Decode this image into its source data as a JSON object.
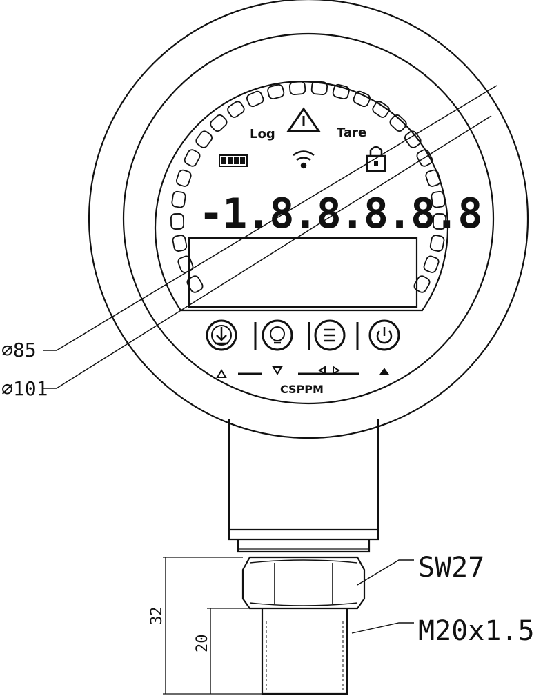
{
  "drawing": {
    "dimensions": {
      "inner_diameter": "⌀85",
      "outer_diameter": "⌀101",
      "wrench_size": "SW27",
      "thread": "M20x1.5",
      "total_height": "32",
      "thread_height": "20"
    },
    "display": {
      "log_label": "Log",
      "tare_label": "Tare",
      "digits": "-1.8.8.8.8.8",
      "brand": "CSPPM"
    },
    "icons": {
      "warning": "warning-triangle-icon",
      "battery": "battery-icon",
      "signal": "wifi-signal-icon",
      "lock": "lock-icon",
      "button_1": "download-icon",
      "button_2": "lightbulb-icon",
      "button_3": "menu-icon",
      "button_4": "power-icon"
    }
  }
}
